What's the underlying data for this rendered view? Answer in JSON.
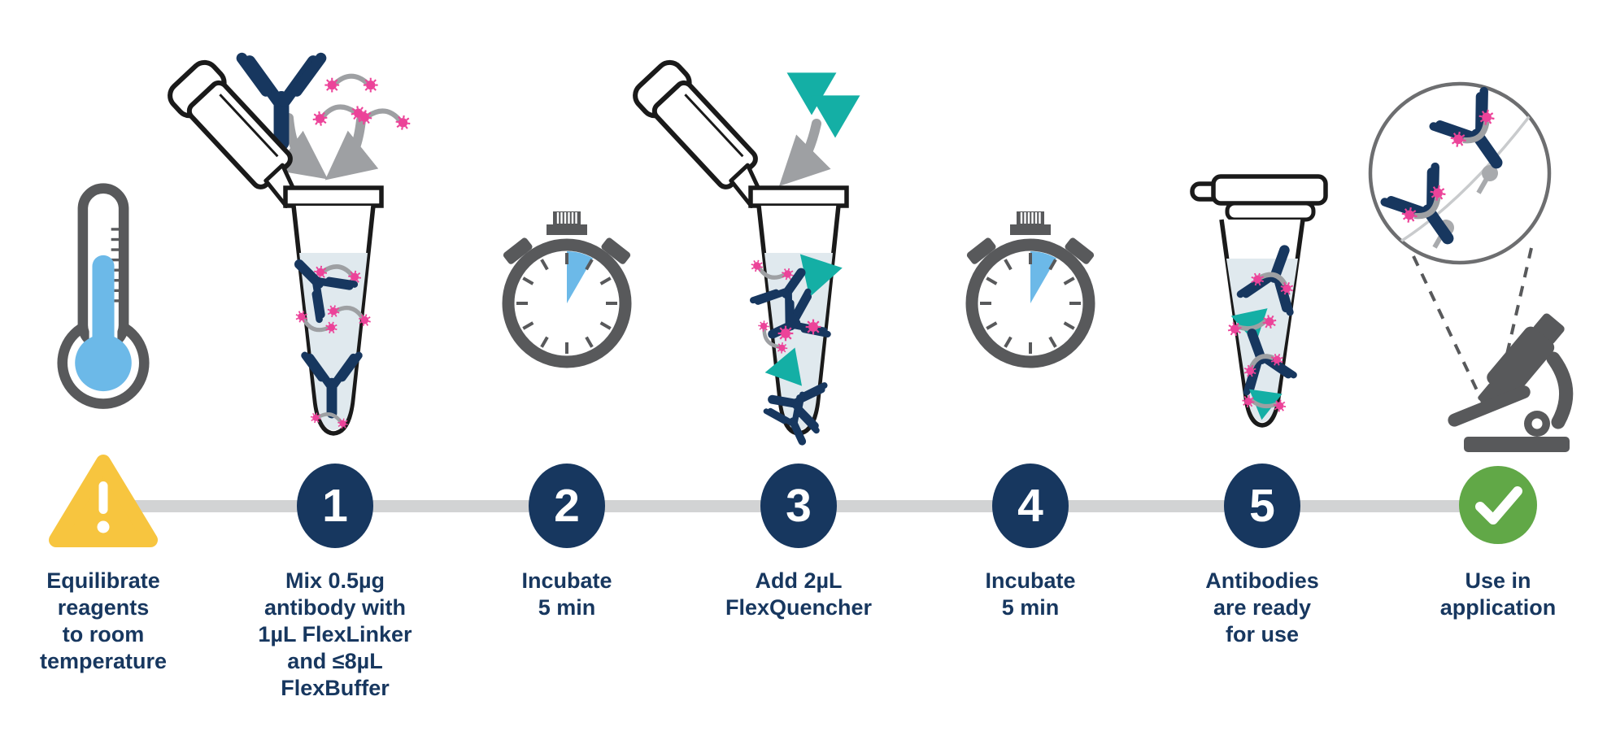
{
  "figure": {
    "type": "protocol-workflow-diagram",
    "background": "#FFFFFF",
    "description": "Antibody labeling kit workflow with timeline markers"
  },
  "colors": {
    "navy": "#17375F",
    "yellow": "#F7C53F",
    "green": "#61A847",
    "teal": "#14AFA5",
    "pink": "#EC4399",
    "light_blue": "#6CB9E8",
    "gray_dark": "#58595B",
    "gray_mid": "#9EA0A3",
    "gray_light": "#D2D3D4",
    "liquid": "#E0E9EE"
  },
  "steps": [
    {
      "marker": "!",
      "marker_type": "warning",
      "label": "Equilibrate\nreagents\nto room\ntemperature",
      "icon": "thermometer-icon"
    },
    {
      "marker": "1",
      "marker_type": "number",
      "label": "Mix 0.5µg\nantibody with\n1µL FlexLinker\nand ≤8µL\nFlexBuffer",
      "icon": "open-tube-antibody-linker-icon"
    },
    {
      "marker": "2",
      "marker_type": "number",
      "label": "Incubate\n5 min",
      "icon": "stopwatch-icon"
    },
    {
      "marker": "3",
      "marker_type": "number",
      "label": "Add 2µL\nFlexQuencher",
      "icon": "open-tube-quencher-icon"
    },
    {
      "marker": "4",
      "marker_type": "number",
      "label": "Incubate\n5 min",
      "icon": "stopwatch-icon"
    },
    {
      "marker": "5",
      "marker_type": "number",
      "label": "Antibodies\nare ready\nfor use",
      "icon": "closed-tube-labeled-antibodies-icon"
    },
    {
      "marker": "✓",
      "marker_type": "check",
      "label": "Use in\napplication",
      "icon": "microscope-magnified-view-icon"
    }
  ]
}
